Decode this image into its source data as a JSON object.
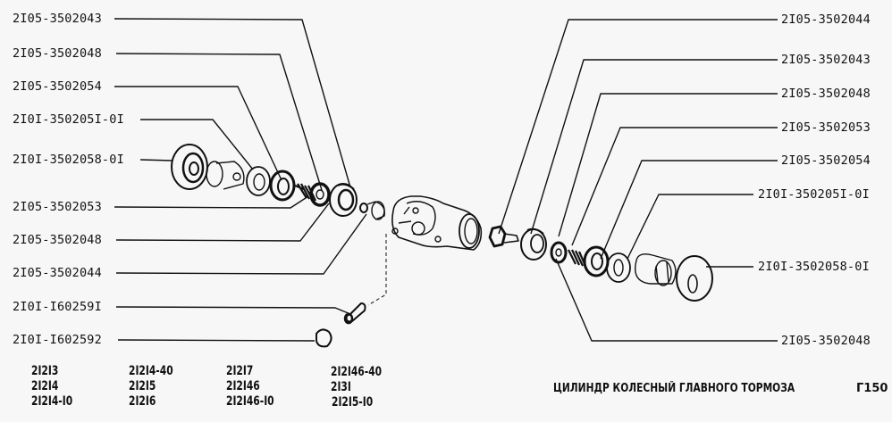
{
  "diagram": {
    "title": "ЦИЛИНДР КОЛЕСНЫЙ ГЛАВНОГО ТОРМОЗА",
    "page_code": "Г150",
    "left_labels": [
      "2I05-3502043",
      "2I05-3502048",
      "2I05-3502054",
      "2I0I-350205I-0I",
      "2I0I-3502058-0I",
      "2I05-3502053",
      "2I05-3502048",
      "2I05-3502044",
      "2I0I-I60259I",
      "2I0I-I602592"
    ],
    "right_labels": [
      "2I05-3502044",
      "2I05-3502043",
      "2I05-3502048",
      "2I05-3502053",
      "2I05-3502054",
      "2I0I-350205I-0I",
      "2I0I-3502058-0I",
      "2I05-3502048"
    ],
    "models": {
      "col1": [
        "2I2I3",
        "2I2I4",
        "2I2I4-I0"
      ],
      "col2": [
        "2I2I4-40",
        "2I2I5",
        "2I2I6"
      ],
      "col3": [
        "2I2I7",
        "2I2I46",
        "2I2I46-I0"
      ],
      "col4": [
        "2I2I46-40",
        "2I3I",
        "2I2I5-I0"
      ]
    },
    "colors": {
      "ink": "#111111",
      "paper": "#f7f7f7"
    }
  }
}
